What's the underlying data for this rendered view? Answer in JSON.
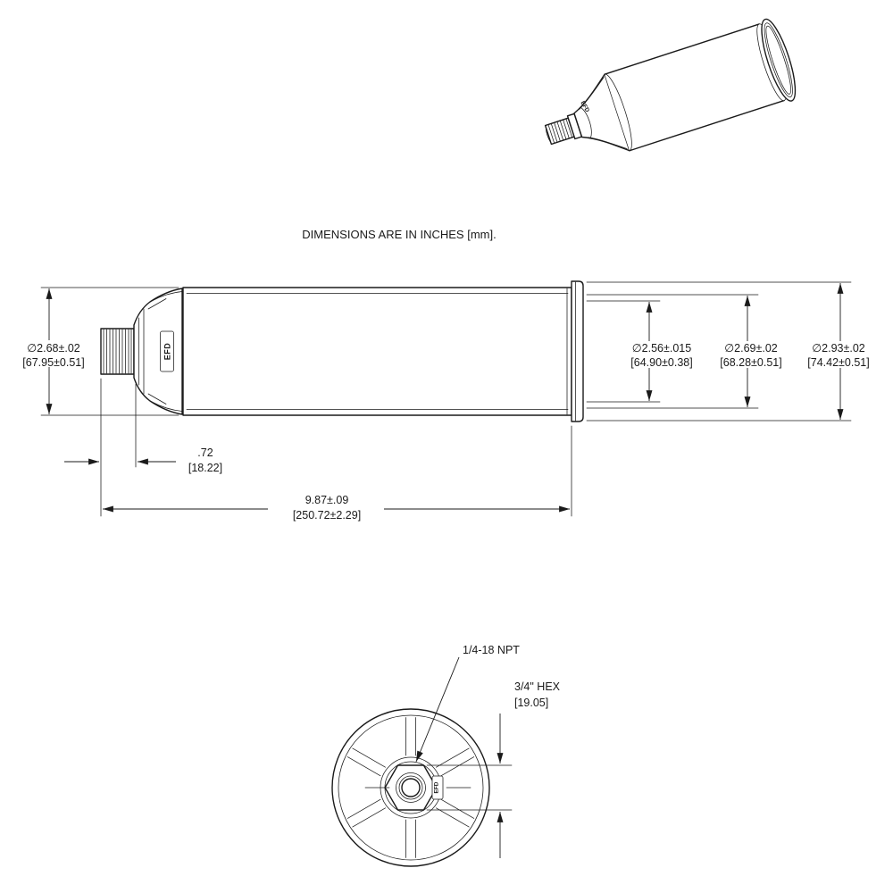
{
  "note": "DIMENSIONS ARE IN INCHES [mm].",
  "brand": "EFD",
  "ink_color": "#1a1a1a",
  "side_view": {
    "cap_od": {
      "in": "∅2.68±.02",
      "mm": "[67.95±0.51]"
    },
    "inner_dia": {
      "in": "∅2.56±.015",
      "mm": "[64.90±0.38]"
    },
    "body_od": {
      "in": "∅2.69±.02",
      "mm": "[68.28±0.51]"
    },
    "flange_od": {
      "in": "∅2.93±.02",
      "mm": "[74.42±0.51]"
    },
    "tip_length": {
      "in": ".72",
      "mm": "[18.22]"
    },
    "overall_length": {
      "in": "9.87±.09",
      "mm": "[250.72±2.29]"
    }
  },
  "end_view": {
    "thread": "1/4-18 NPT",
    "hex": {
      "in": "3/4\"  HEX",
      "mm": "[19.05]"
    }
  }
}
